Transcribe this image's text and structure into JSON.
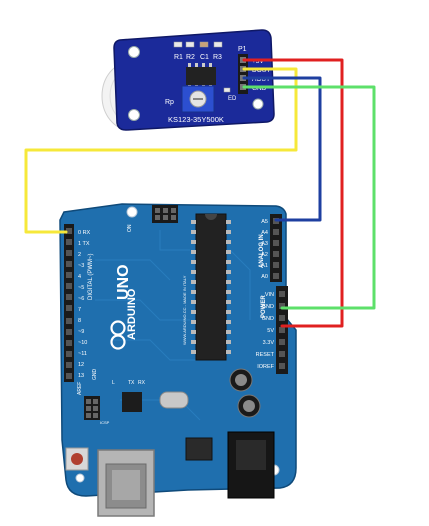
{
  "sensor": {
    "model": "KS123-35Y500K",
    "header_label": "P1",
    "pin_5v": "+5V",
    "pin_dout": "DOUT",
    "pin_aout": "AOUT",
    "pin_gnd": "GND",
    "comp_r1": "R1",
    "comp_r2": "R2",
    "comp_c1": "C1",
    "comp_r3": "R3",
    "pot_label": "Rp",
    "led_label": "ED"
  },
  "arduino": {
    "brand": "ARDUINO",
    "model": "UNO",
    "digital_label": "DIGITAL (PWM~)",
    "analog_label": "ANALOG IN",
    "power_label": "POWER",
    "made_in": "WWW.ARDUINO.CC - MADE IN ITALY",
    "on_label": "ON",
    "aref_label": "AREF",
    "gnd_label": "GND",
    "tx_label": "TX",
    "rx_label": "RX",
    "l_label": "L",
    "icsp_label": "ICSP",
    "digital_pins": [
      "0 RX",
      "1 TX",
      "2",
      "~3",
      "4",
      "~5",
      "~6",
      "7",
      "8",
      "~9",
      "~10",
      "~11",
      "12",
      "13"
    ],
    "analog_pins": [
      "A5",
      "A4",
      "A3",
      "A2",
      "A1",
      "A0"
    ],
    "power_pins": [
      "VIN",
      "GND",
      "GND",
      "5V",
      "3.3V",
      "RESET",
      "IOREF"
    ]
  },
  "wire_colors": {
    "vcc": "#e02020",
    "dout": "#f6e83a",
    "aout": "#1e3fa0",
    "gnd": "#5de06a"
  }
}
